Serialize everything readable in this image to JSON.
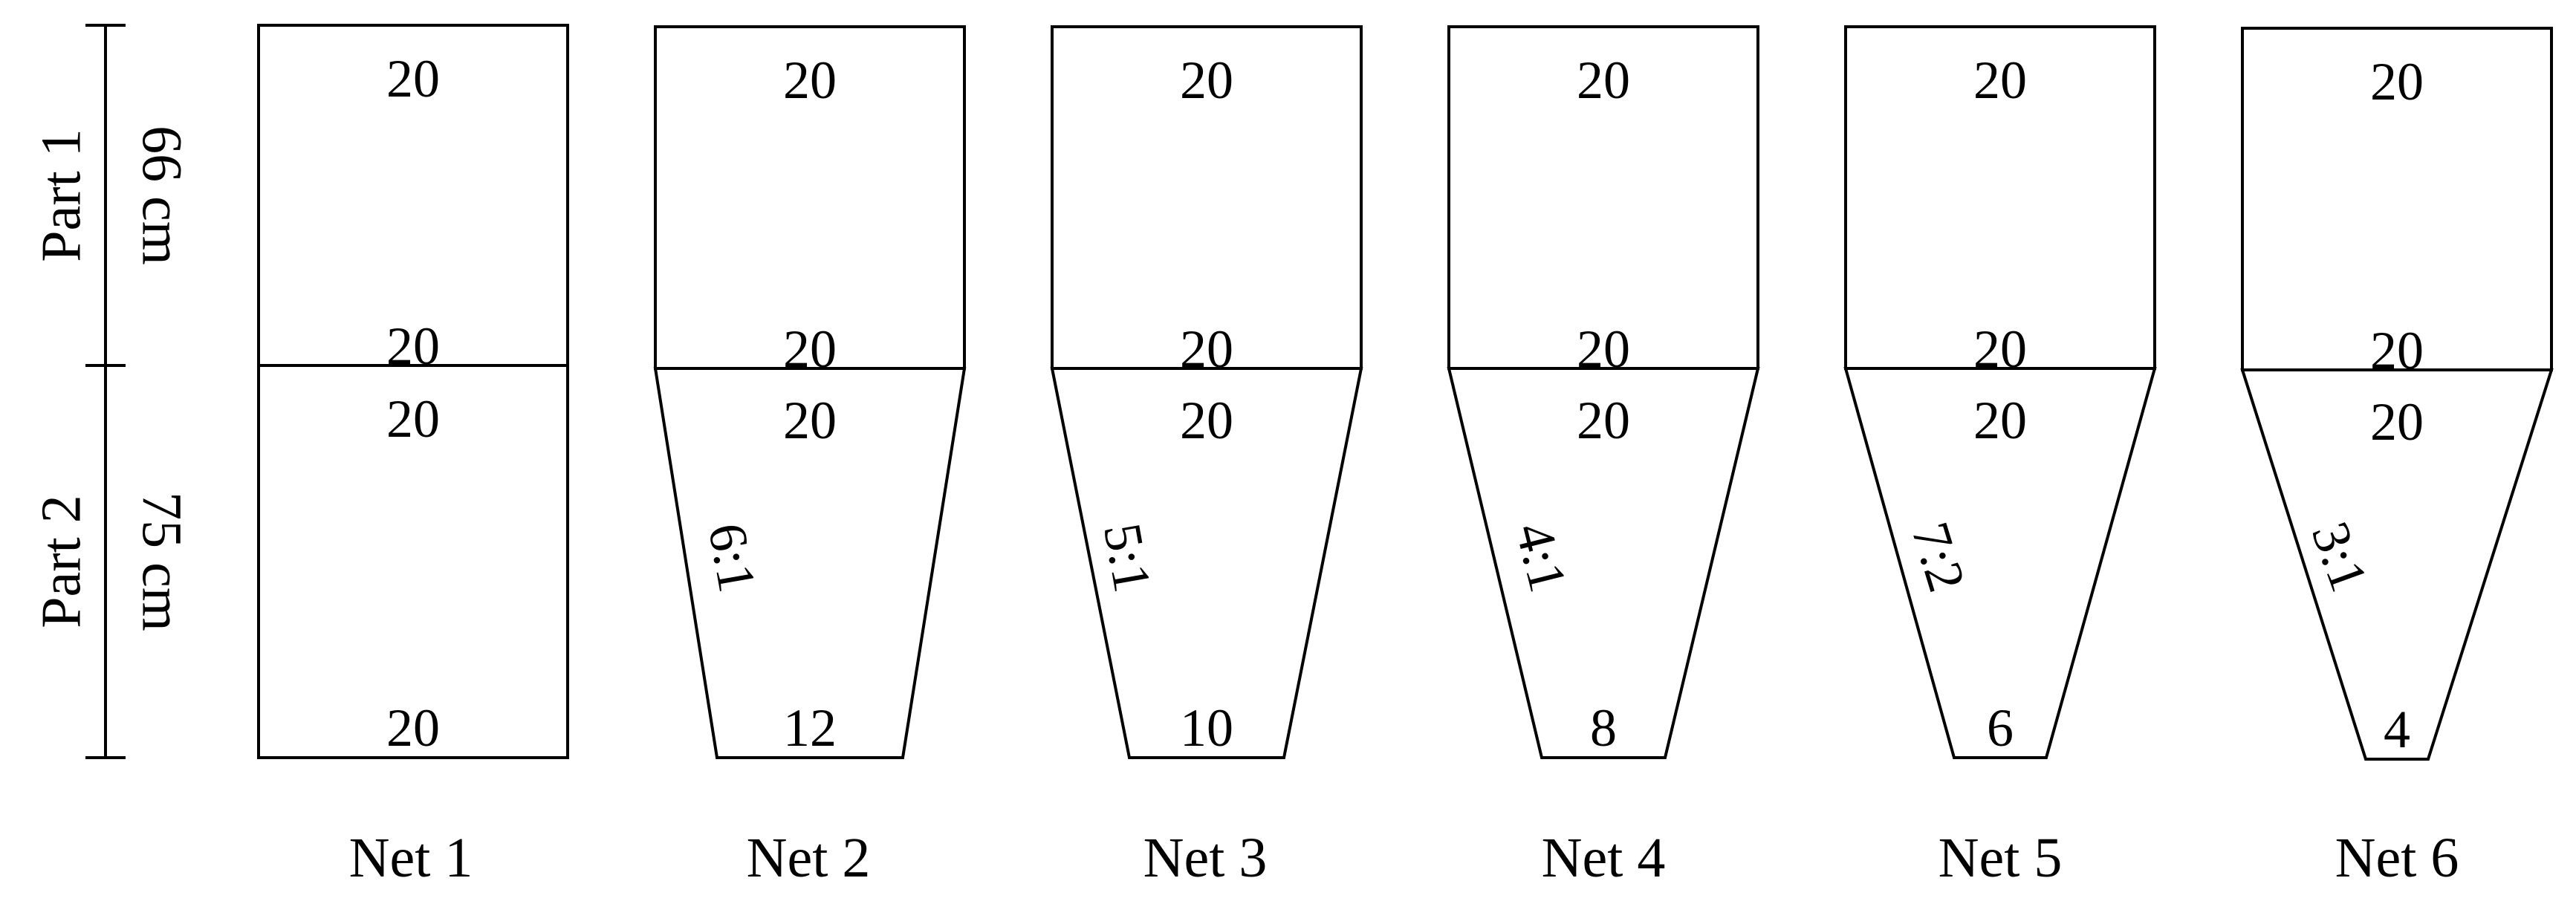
{
  "dimension_bar": {
    "part1": {
      "name": "Part 1",
      "length": "66 cm"
    },
    "part2": {
      "name": "Part 2",
      "length": "75 cm"
    }
  },
  "nets": [
    {
      "label": "Net 1",
      "part1_top": "20",
      "part1_bottom": "20",
      "part2_top": "20",
      "part2_bottom": "20",
      "taper": ""
    },
    {
      "label": "Net 2",
      "part1_top": "20",
      "part1_bottom": "20",
      "part2_top": "20",
      "part2_bottom": "12",
      "taper": "6:1"
    },
    {
      "label": "Net 3",
      "part1_top": "20",
      "part1_bottom": "20",
      "part2_top": "20",
      "part2_bottom": "10",
      "taper": "5:1"
    },
    {
      "label": "Net 4",
      "part1_top": "20",
      "part1_bottom": "20",
      "part2_top": "20",
      "part2_bottom": "8",
      "taper": "4:1"
    },
    {
      "label": "Net 5",
      "part1_top": "20",
      "part1_bottom": "20",
      "part2_top": "20",
      "part2_bottom": "6",
      "taper": "7:2"
    },
    {
      "label": "Net 6",
      "part1_top": "20",
      "part1_bottom": "20",
      "part2_top": "20",
      "part2_bottom": "4",
      "taper": "3:1"
    }
  ]
}
